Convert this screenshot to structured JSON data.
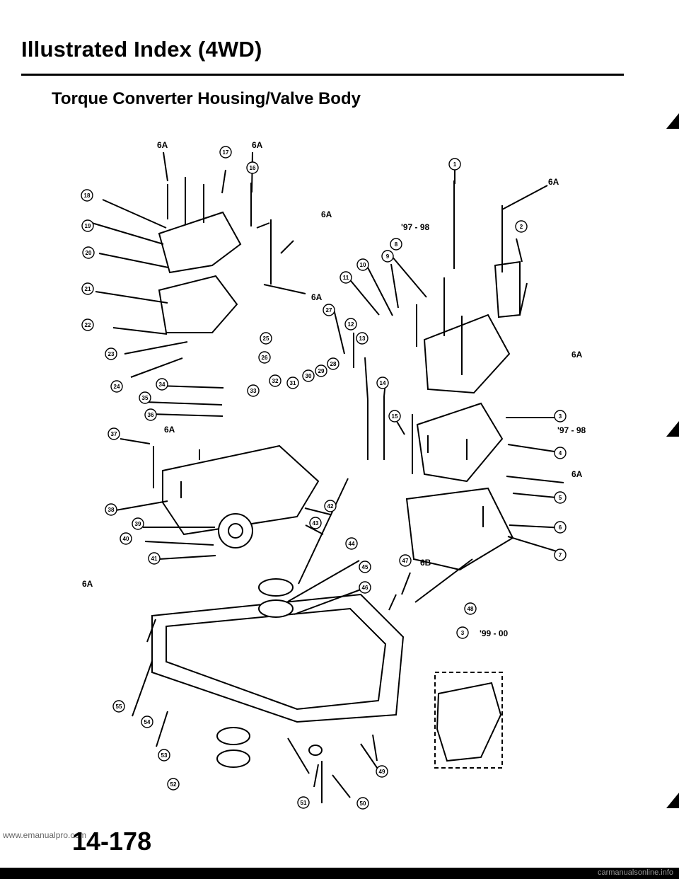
{
  "page": {
    "title": "Illustrated Index (4WD)",
    "subtitle": "Torque Converter Housing/Valve Body",
    "page_number": "14-178",
    "watermark": "www.emanualpro.com",
    "footer_link": "carmanualsonline.info"
  },
  "labels": {
    "6a": "6A",
    "6b": "6B",
    "year_97_98": "'97 - 98",
    "year_99_00": "'99 - 00"
  },
  "callouts": [
    "1",
    "2",
    "3",
    "4",
    "5",
    "6",
    "7",
    "8",
    "9",
    "10",
    "11",
    "12",
    "13",
    "14",
    "15",
    "16",
    "17",
    "18",
    "19",
    "20",
    "21",
    "22",
    "23",
    "24",
    "25",
    "26",
    "27",
    "28",
    "29",
    "30",
    "31",
    "32",
    "33",
    "34",
    "35",
    "36",
    "37",
    "38",
    "39",
    "40",
    "41",
    "42",
    "43",
    "44",
    "45",
    "46",
    "47",
    "48",
    "49",
    "50",
    "51",
    "52",
    "53",
    "54",
    "55"
  ]
}
